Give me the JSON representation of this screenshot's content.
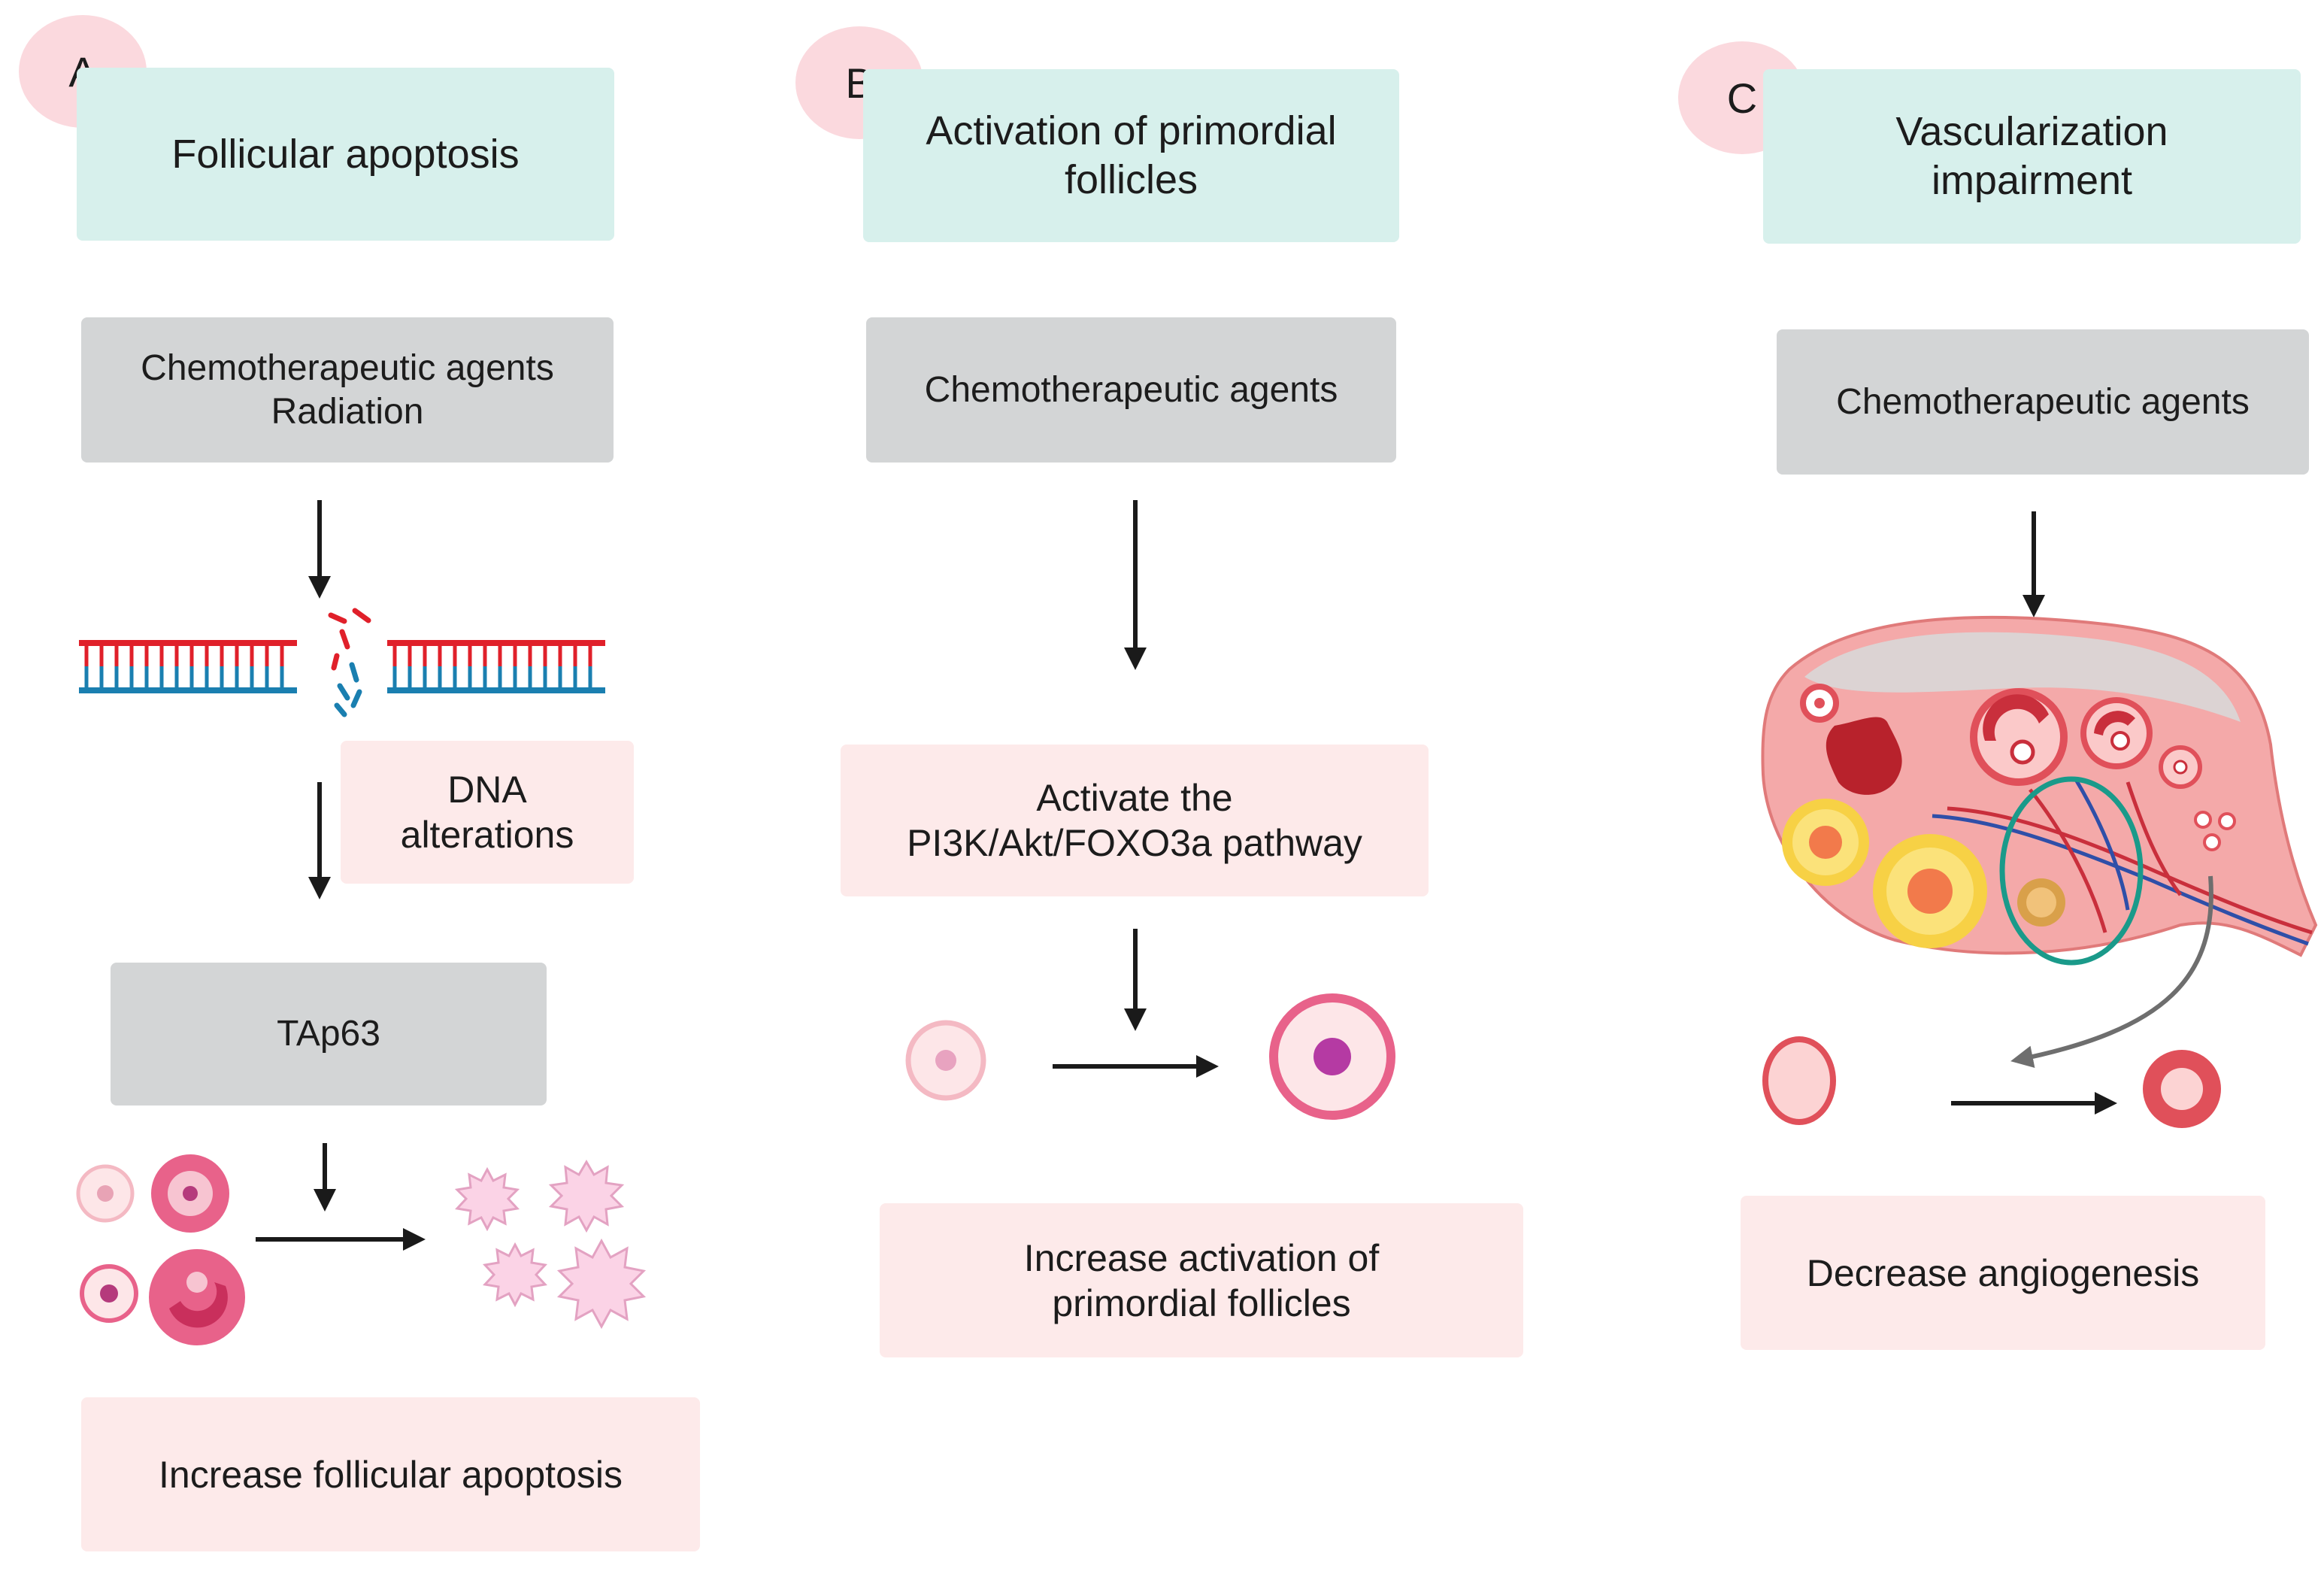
{
  "panels": [
    {
      "letter": "A",
      "title": "Follicular apoptosis",
      "cause": "Chemotherapeutic agents\nRadiation",
      "dna": "DNA\nalterations",
      "mediator": "TAp63",
      "outcome": "Increase follicular apoptosis"
    },
    {
      "letter": "B",
      "title": "Activation of primordial\nfollicles",
      "cause": "Chemotherapeutic agents",
      "pathway": "Activate the\nPI3K/Akt/FOXO3a pathway",
      "outcome": "Increase activation of\nprimordial follicles"
    },
    {
      "letter": "C",
      "title": "Vascularization\nimpairment",
      "cause": "Chemotherapeutic agents",
      "outcome": "Decrease angiogenesis"
    }
  ],
  "colors": {
    "title_box": "#d7f0ec",
    "cause_box": "#d3d5d6",
    "outcome_box": "#fdeaea",
    "badge": "#fbd9de",
    "arrow": "#1a1a1a",
    "follicle_pink": "#e8628a",
    "follicle_light": "#fbd3dc",
    "dna_red": "#e0202a",
    "dna_blue": "#1a7fb0",
    "highlight_ring": "#1a9a8a"
  }
}
